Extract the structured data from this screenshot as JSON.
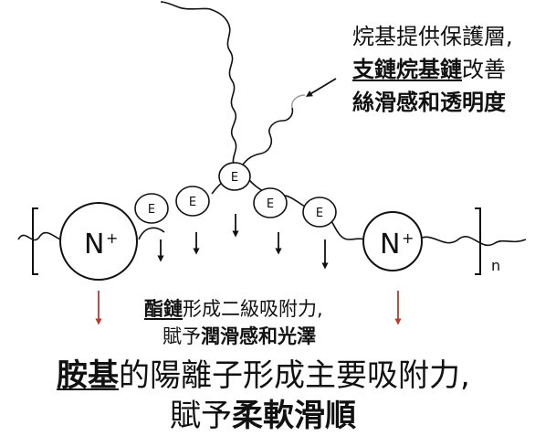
{
  "labels": {
    "cation": "N",
    "charge": "+",
    "ester": "E",
    "repeat": "n"
  },
  "annotations": {
    "top_right": {
      "line1": "烷基提供保護層,",
      "line2_ul": "支鏈烷基鏈",
      "line2_rest": "改善",
      "line3": "絲滑感和透明度"
    },
    "middle": {
      "line1_ul": "酯鏈",
      "line1_rest": "形成二級吸附力,",
      "line2_plain": "賦予",
      "line2_bold": "潤滑感和光澤"
    },
    "bottom": {
      "line1_ul": "胺基",
      "line1_rest": "的陽離子形成主要吸附力,",
      "line2_plain": "賦予",
      "line2_bold": "柔軟滑順"
    }
  },
  "colors": {
    "stroke": "#111111",
    "arrow_red": "#c0392b"
  }
}
